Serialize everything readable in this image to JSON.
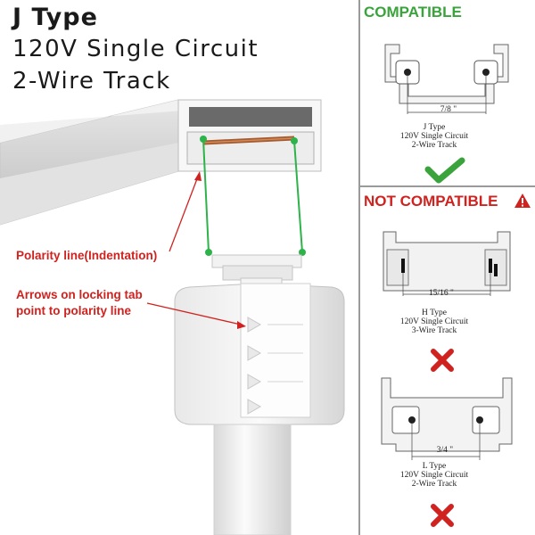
{
  "heading": {
    "line1": "J Type",
    "line2": "120V Single Circuit",
    "line3": "2-Wire Track"
  },
  "callouts": {
    "polarity": "Polarity line(Indentation)",
    "arrows_line1": "Arrows on locking tab",
    "arrows_line2": "point to polarity line"
  },
  "compat_panel": {
    "compatible_label": "COMPATIBLE",
    "not_compatible_label": "NOT COMPATIBLE",
    "j_track": {
      "dim": "7/8 \"",
      "name": "J Type",
      "spec1": "120V Single Circuit",
      "spec2": "2-Wire Track"
    },
    "h_track": {
      "dim": "15/16 \"",
      "name": "H Type",
      "spec1": "120V Single Circuit",
      "spec2": "3-Wire Track"
    },
    "l_track": {
      "dim": "3/4 \"",
      "name": "L Type",
      "spec1": "120V Single Circuit",
      "spec2": "2-Wire Track"
    }
  },
  "colors": {
    "compatible_green": "#3aa33c",
    "not_compatible_red": "#d0221f",
    "callout_red": "#d0221f",
    "polarity_line_green": "#2db34a"
  }
}
